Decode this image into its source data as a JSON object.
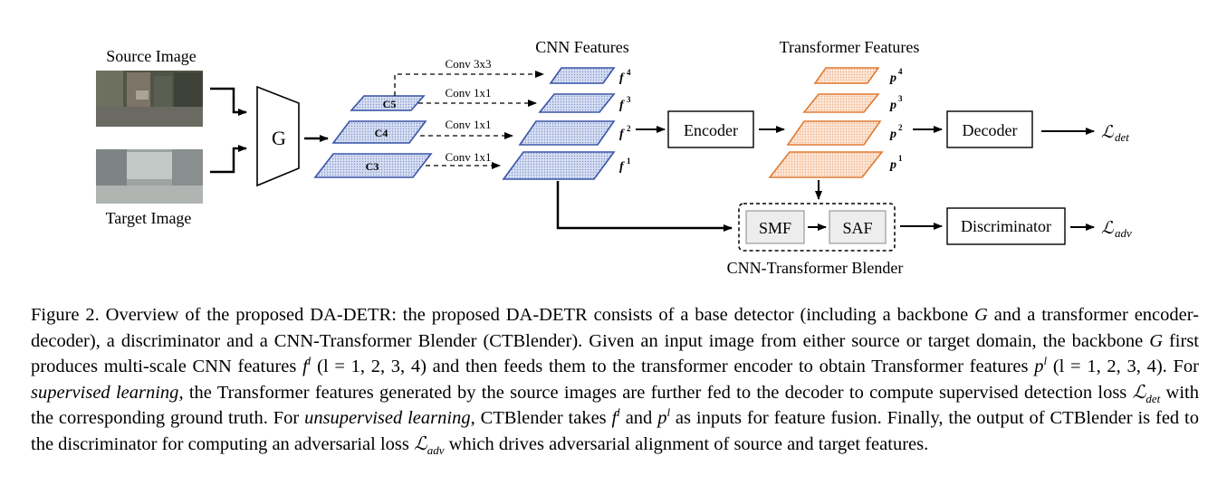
{
  "figure": {
    "source_label": "Source Image",
    "target_label": "Target Image",
    "backbone_label": "G",
    "cnn_title": "CNN Features",
    "transformer_title": "Transformer Features",
    "backbone_levels": [
      "C5",
      "C4",
      "C3"
    ],
    "conv_labels": [
      "Conv 3x3",
      "Conv 1x1",
      "Conv 1x1",
      "Conv 1x1"
    ],
    "cnn_features": [
      "f",
      "f",
      "f",
      "f"
    ],
    "cnn_indices": [
      "4",
      "3",
      "2",
      "1"
    ],
    "transformer_features": [
      "p",
      "p",
      "p",
      "p"
    ],
    "transformer_indices": [
      "4",
      "3",
      "2",
      "1"
    ],
    "encoder_label": "Encoder",
    "decoder_label": "Decoder",
    "discriminator_label": "Discriminator",
    "smf_label": "SMF",
    "saf_label": "SAF",
    "blender_label": "CNN-Transformer Blender",
    "loss_symbol": "ℒ",
    "loss_det_sub": "det",
    "loss_adv_sub": "adv",
    "colors": {
      "cnn_fill": "#d3dcf0",
      "cnn_stroke": "#3a55a8",
      "tr_fill": "#fde2cf",
      "tr_stroke": "#e07a33"
    }
  },
  "caption": {
    "s1": "Figure 2.  Overview of the proposed DA-DETR: the proposed DA-DETR consists of a base detector (including a backbone ",
    "g1": "G",
    "s2": " and a transformer encoder-decoder), a discriminator and a CNN-Transformer Blender (CTBlender). Given an input image from either source or target domain, the backbone ",
    "g2": "G",
    "s3": " first produces multi-scale CNN features ",
    "f": "f",
    "l": "l",
    "range1": " (l = 1, 2, 3, 4)",
    "s4": " and then feeds them to the transformer encoder to obtain Transformer features ",
    "p": "p",
    "range2": " (l = 1, 2, 3, 4)",
    "s5": ". For ",
    "sup_learning": "supervised learning",
    "s6": ", the Transformer features generated by the source images are further fed to the decoder to compute supervised detection loss ",
    "ldet": "ℒ",
    "det": "det",
    "s7": " with the corresponding ground truth.  For ",
    "unsup_learning": "unsupervised learning",
    "s8": ", CTBlender takes ",
    "s9": " and ",
    "s10": " as inputs for feature fusion.  Finally, the output of CTBlender is fed to the discriminator for computing an adversarial loss ",
    "ladv": "ℒ",
    "adv": "adv",
    "s11": " which drives adversarial alignment of source and target features."
  }
}
